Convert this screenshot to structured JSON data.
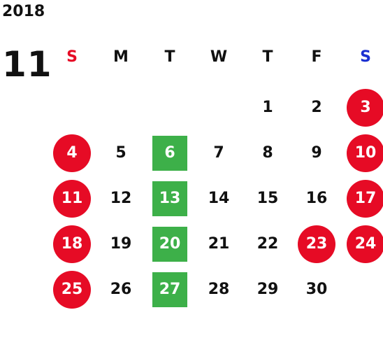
{
  "year": "2018",
  "month": "11",
  "colors": {
    "sunday_label": "#e60b25",
    "saturday_label": "#1a2fd1",
    "holiday_circle": "#e60b25",
    "special_square": "#3db049"
  },
  "weekdays": [
    {
      "label": "S",
      "color": "#e60b25"
    },
    {
      "label": "M",
      "color": "#111111"
    },
    {
      "label": "T",
      "color": "#111111"
    },
    {
      "label": "W",
      "color": "#111111"
    },
    {
      "label": "T",
      "color": "#111111"
    },
    {
      "label": "F",
      "color": "#111111"
    },
    {
      "label": "S",
      "color": "#1a2fd1"
    }
  ],
  "weeks": [
    [
      null,
      null,
      null,
      null,
      {
        "day": "1",
        "style": "normal"
      },
      {
        "day": "2",
        "style": "normal"
      },
      {
        "day": "3",
        "style": "holiday"
      }
    ],
    [
      {
        "day": "4",
        "style": "holiday"
      },
      {
        "day": "5",
        "style": "normal"
      },
      {
        "day": "6",
        "style": "special"
      },
      {
        "day": "7",
        "style": "normal"
      },
      {
        "day": "8",
        "style": "normal"
      },
      {
        "day": "9",
        "style": "normal"
      },
      {
        "day": "10",
        "style": "holiday"
      }
    ],
    [
      {
        "day": "11",
        "style": "holiday"
      },
      {
        "day": "12",
        "style": "normal"
      },
      {
        "day": "13",
        "style": "special"
      },
      {
        "day": "14",
        "style": "normal"
      },
      {
        "day": "15",
        "style": "normal"
      },
      {
        "day": "16",
        "style": "normal"
      },
      {
        "day": "17",
        "style": "holiday"
      }
    ],
    [
      {
        "day": "18",
        "style": "holiday"
      },
      {
        "day": "19",
        "style": "normal"
      },
      {
        "day": "20",
        "style": "special"
      },
      {
        "day": "21",
        "style": "normal"
      },
      {
        "day": "22",
        "style": "normal"
      },
      {
        "day": "23",
        "style": "holiday"
      },
      {
        "day": "24",
        "style": "holiday"
      }
    ],
    [
      {
        "day": "25",
        "style": "holiday"
      },
      {
        "day": "26",
        "style": "normal"
      },
      {
        "day": "27",
        "style": "special"
      },
      {
        "day": "28",
        "style": "normal"
      },
      {
        "day": "29",
        "style": "normal"
      },
      {
        "day": "30",
        "style": "normal"
      },
      null
    ]
  ]
}
